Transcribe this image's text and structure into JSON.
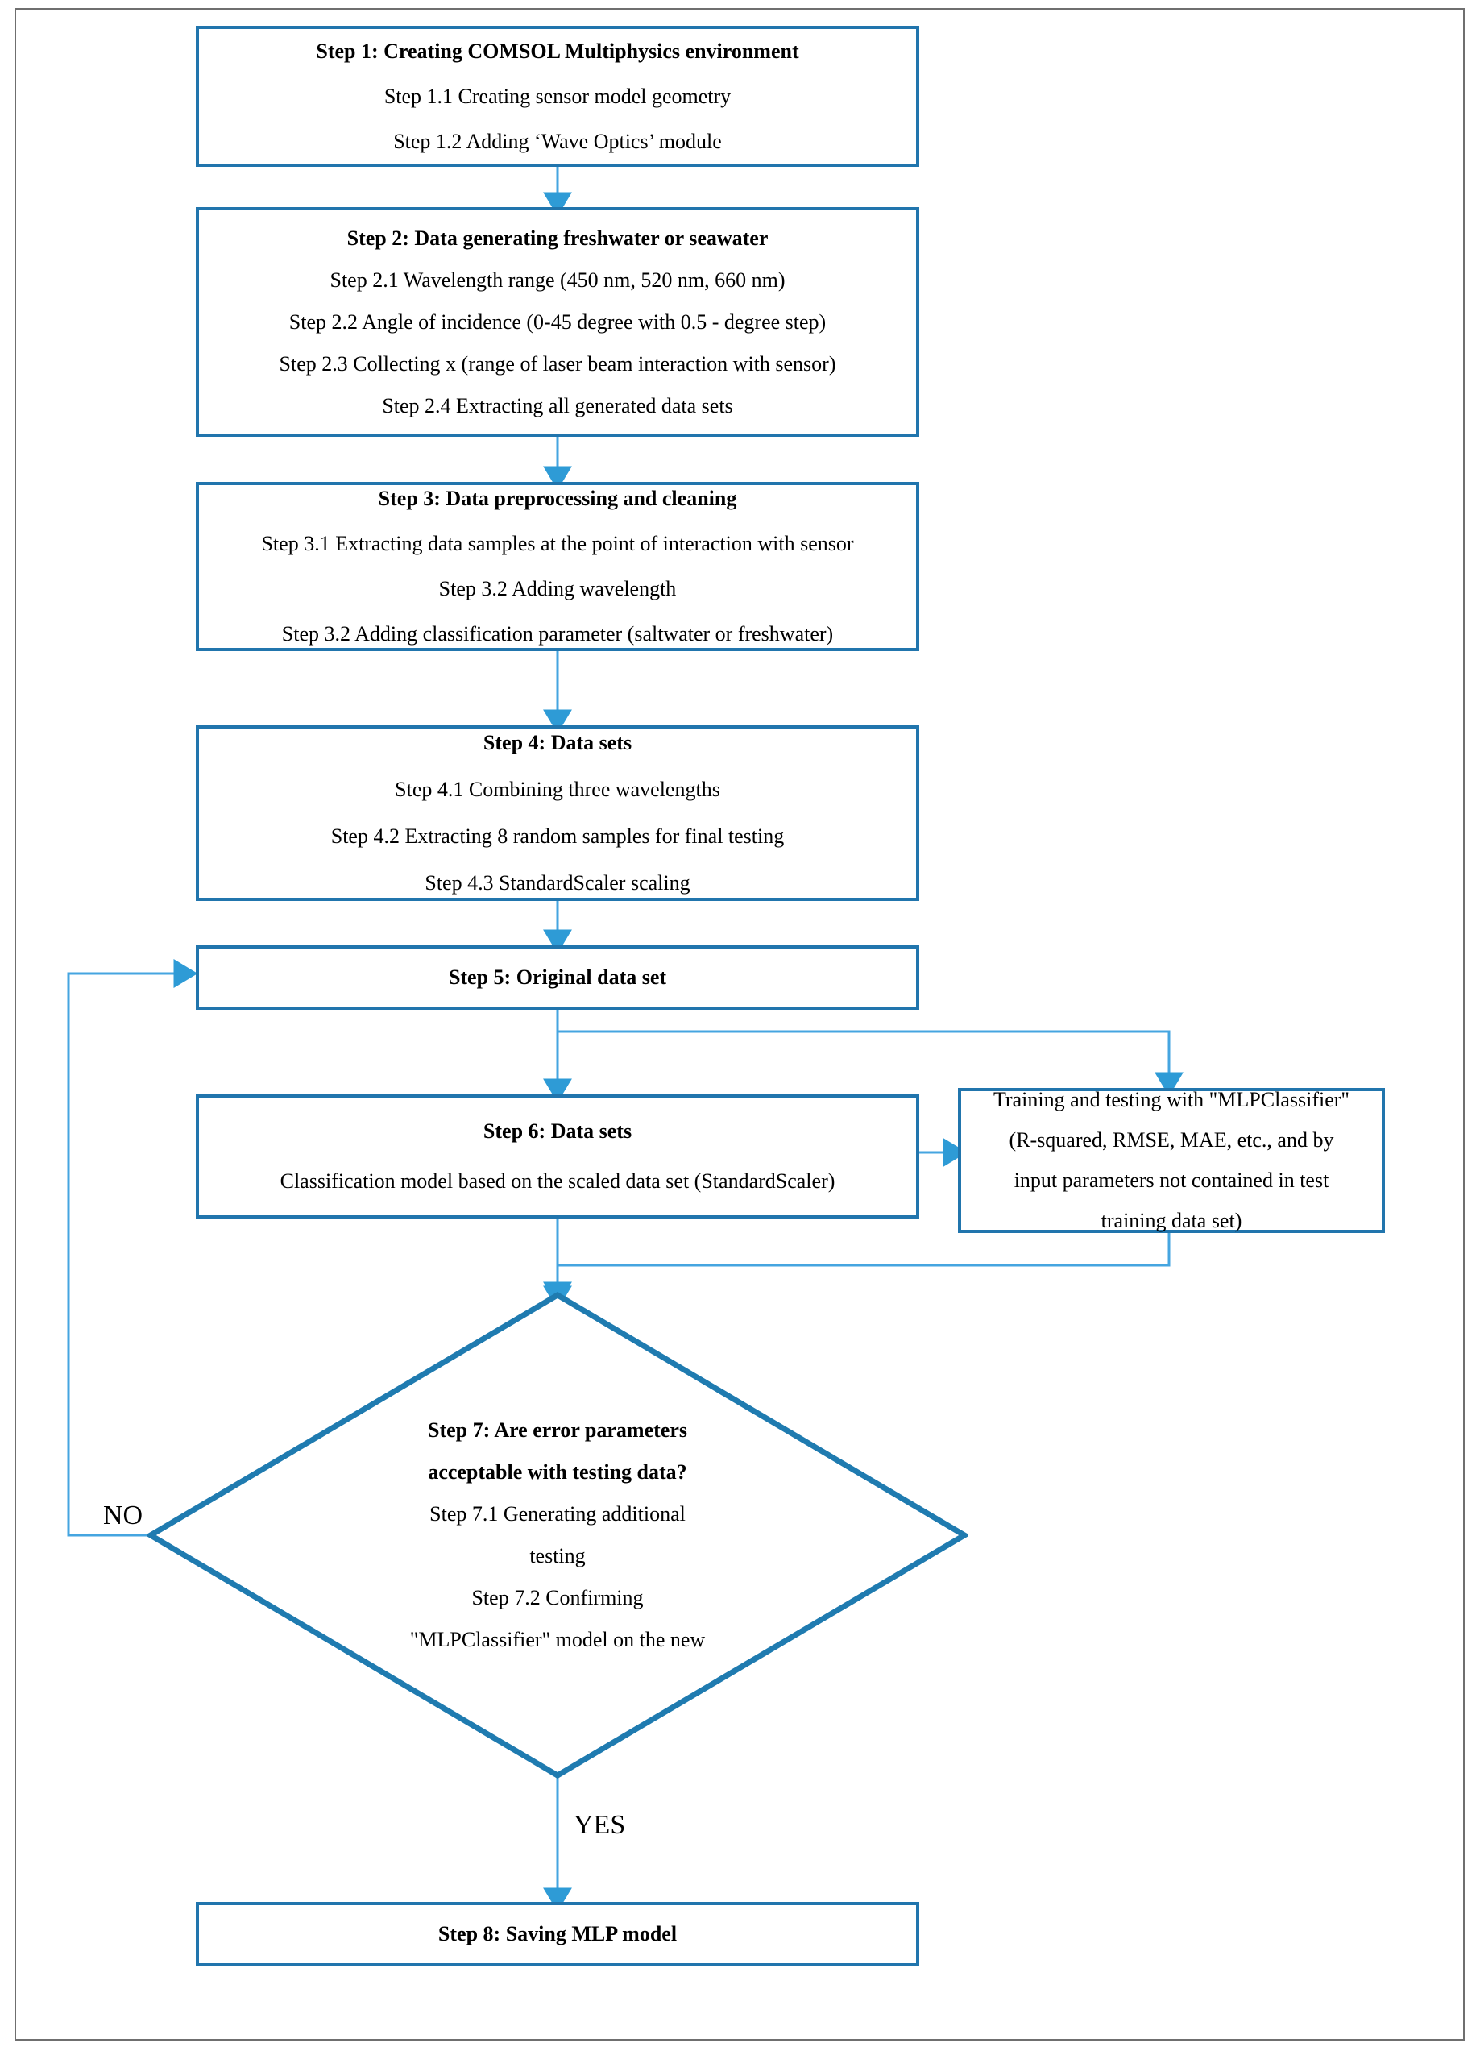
{
  "colors": {
    "box_border": "#2175ad",
    "diamond_border": "#1f7bb0",
    "connector": "#45a5e0",
    "connector_head": "#2e9bd6",
    "page_frame": "#6f6f6f",
    "text": "#000000"
  },
  "nodes": {
    "step1": {
      "title": "Step 1: Creating COMSOL Multiphysics environment",
      "lines": [
        "Step 1.1 Creating sensor model geometry",
        "Step 1.2 Adding ‘Wave Optics’ module"
      ]
    },
    "step2": {
      "title": "Step 2: Data generating freshwater or seawater",
      "lines": [
        "Step 2.1 Wavelength range (450 nm, 520 nm, 660 nm)",
        "Step 2.2 Angle of incidence (0-45 degree with 0.5 - degree step)",
        "Step 2.3 Collecting x (range of laser beam interaction with sensor)",
        "Step 2.4 Extracting all generated data sets"
      ]
    },
    "step3": {
      "title": "Step 3: Data preprocessing and cleaning",
      "lines": [
        "Step 3.1 Extracting data samples at the point of interaction with sensor",
        "Step 3.2 Adding wavelength",
        "Step 3.2 Adding classification parameter (saltwater or freshwater)"
      ]
    },
    "step4": {
      "title": "Step 4: Data sets",
      "lines": [
        "Step 4.1 Combining three wavelengths",
        "Step 4.2 Extracting 8 random samples for final testing",
        "Step 4.3 StandardScaler scaling"
      ]
    },
    "step5": {
      "title": "Step 5: Original data set",
      "lines": []
    },
    "step6": {
      "title": "Step 6: Data sets",
      "lines": [
        "Classification model based on the scaled data set (StandardScaler)"
      ]
    },
    "training": {
      "title": "",
      "lines": [
        "Training and testing with \"MLPClassifier\"",
        "(R-squared, RMSE, MAE, etc., and by",
        "input parameters not contained in test",
        "training data set)"
      ]
    },
    "step7": {
      "title_lines": [
        "Step 7: Are error parameters",
        "acceptable with testing data?"
      ],
      "lines": [
        "Step 7.1 Generating additional",
        "testing",
        "Step 7.2 Confirming",
        "\"MLPClassifier\" model on the new"
      ]
    },
    "step8": {
      "title": "Step 8: Saving MLP model",
      "lines": []
    }
  },
  "edge_labels": {
    "no": "NO",
    "yes": "YES"
  }
}
